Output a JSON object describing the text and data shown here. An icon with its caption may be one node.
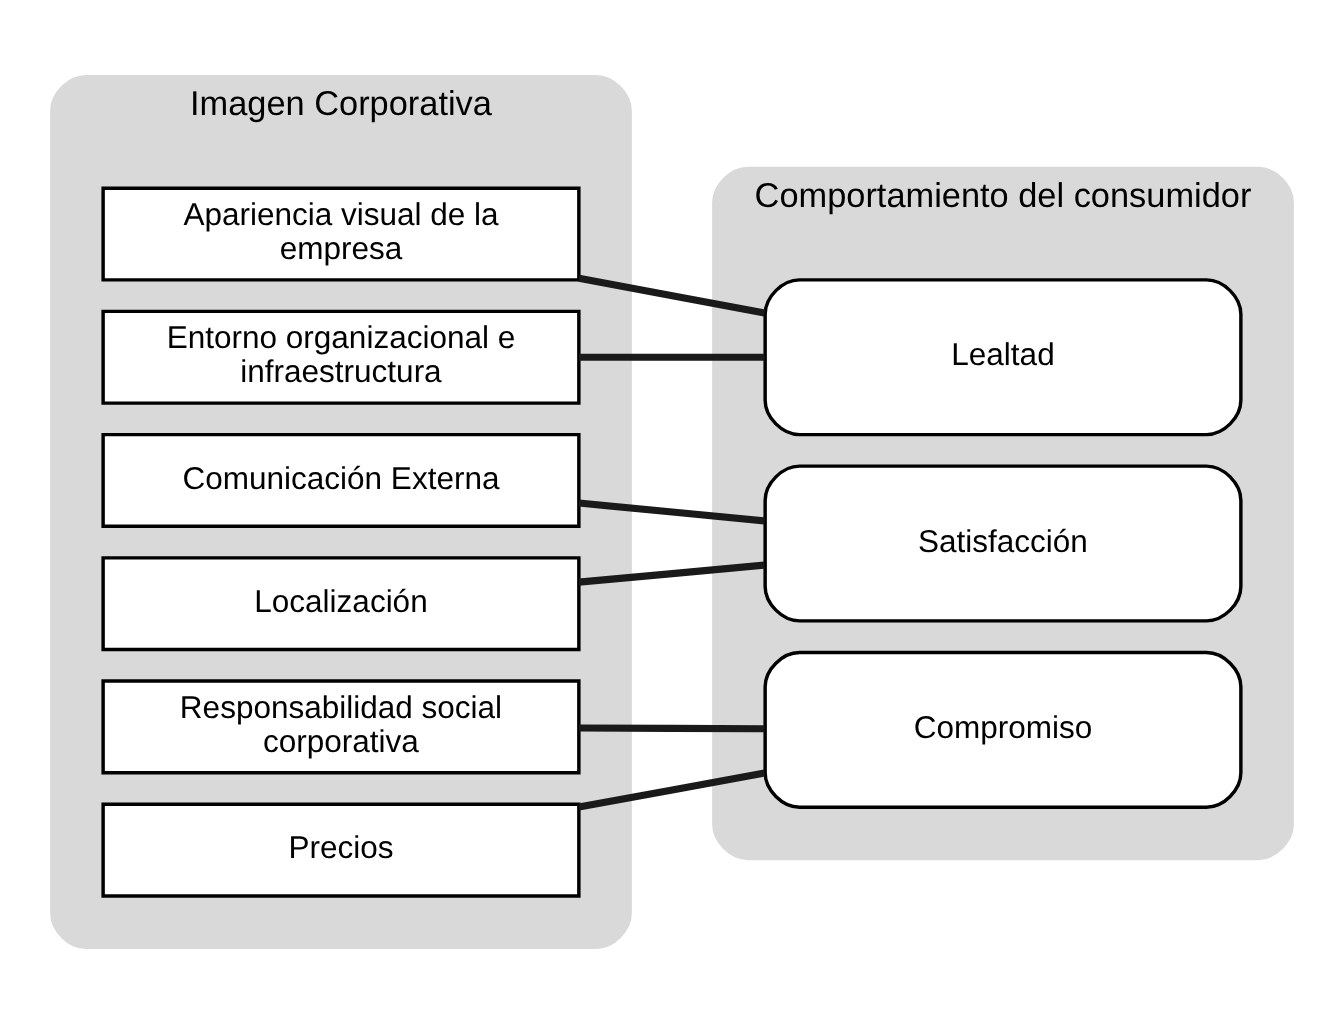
{
  "diagram": {
    "nodes": [
      {
        "text": [
          "Imagen Corporativa"
        ]
      },
      {
        "text": [
          "Comportamiento del consumidor"
        ]
      },
      {
        "text": [
          "Apariencia visual de la empresa"
        ],
        "in": 0
      },
      {
        "text": [
          "Entorno organizacional e infraestructura"
        ],
        "in": 0
      },
      {
        "text": [
          "Comunicación Externa"
        ],
        "in": 0
      },
      {
        "text": [
          "Localización"
        ],
        "in": 0
      },
      {
        "text": [
          "Responsabilidad social corporativa"
        ],
        "in": 0
      },
      {
        "text": [
          "Precios"
        ],
        "in": 0
      },
      {
        "text": [
          "Lealtad"
        ],
        "in": 1
      },
      {
        "text": [
          "Satisfacción"
        ],
        "in": 1
      },
      {
        "text": [
          "Compromiso"
        ],
        "in": 1
      }
    ],
    "edges": [
      {
        "from": 2,
        "to": 8,
        "arrow": "none"
      },
      {
        "from": 3,
        "to": 8,
        "arrow": "none"
      },
      {
        "from": 4,
        "to": 9,
        "arrow": "none"
      },
      {
        "from": 5,
        "to": 9,
        "arrow": "none"
      },
      {
        "from": 6,
        "to": 10,
        "arrow": "none"
      },
      {
        "from": 7,
        "to": 10,
        "arrow": "none"
      }
    ]
  }
}
